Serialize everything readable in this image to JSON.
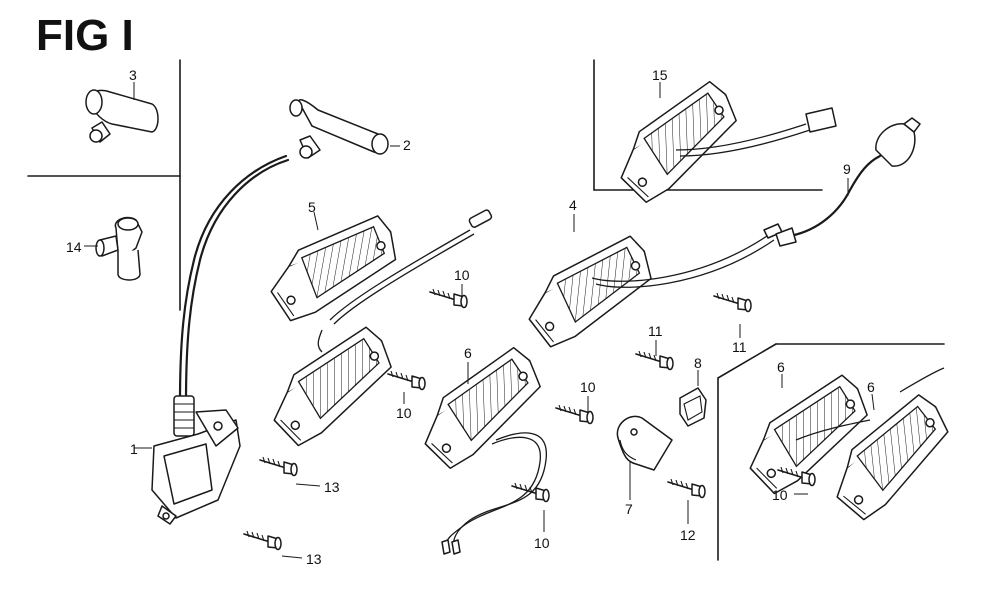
{
  "figure": {
    "title": "FIG I"
  },
  "callouts": {
    "c1": "1",
    "c2": "2",
    "c3": "3",
    "c4": "4",
    "c5": "5",
    "c6a": "6",
    "c6b": "6",
    "c6c": "6",
    "c7": "7",
    "c8": "8",
    "c9": "9",
    "c10a": "10",
    "c10b": "10",
    "c10c": "10",
    "c10d": "10",
    "c10e": "10",
    "c11a": "11",
    "c11b": "11",
    "c12": "12",
    "c13a": "13",
    "c13b": "13",
    "c14": "14",
    "c15": "15"
  }
}
